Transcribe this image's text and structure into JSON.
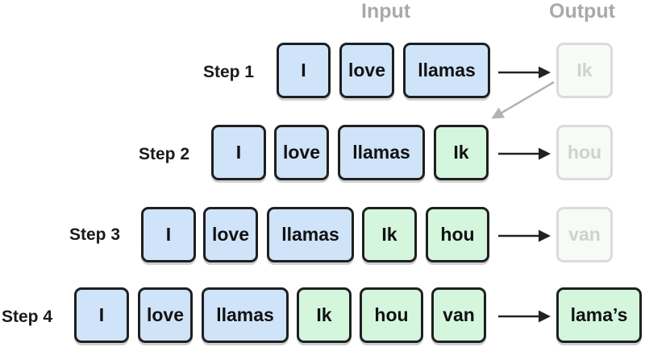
{
  "headers": {
    "input": "Input",
    "output": "Output"
  },
  "steps": [
    {
      "label": "Step 1",
      "inputs": [
        "I",
        "love",
        "llamas"
      ],
      "generated": [],
      "output": "Ik"
    },
    {
      "label": "Step 2",
      "inputs": [
        "I",
        "love",
        "llamas"
      ],
      "generated": [
        "Ik"
      ],
      "output": "hou"
    },
    {
      "label": "Step 3",
      "inputs": [
        "I",
        "love",
        "llamas"
      ],
      "generated": [
        "Ik",
        "hou"
      ],
      "output": "van"
    },
    {
      "label": "Step 4",
      "inputs": [
        "I",
        "love",
        "llamas"
      ],
      "generated": [
        "Ik",
        "hou",
        "van"
      ],
      "output": "lama’s"
    }
  ],
  "colors": {
    "input_fill": "#cfe3f9",
    "generated_fill": "#d4f6dd",
    "ghost_fill": "#f6fbf7",
    "stroke": "#1f1f1f"
  }
}
